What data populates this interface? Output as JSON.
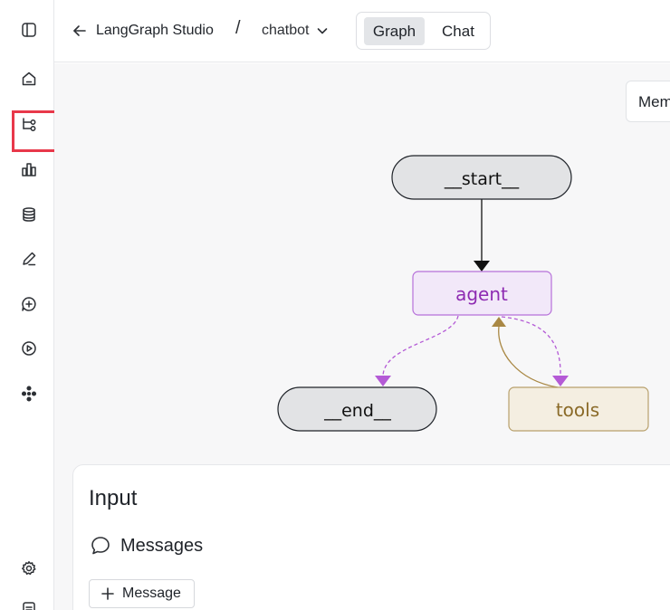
{
  "sidebar": {
    "items": [
      {
        "icon": "panel-toggle-icon"
      },
      {
        "icon": "home-icon"
      },
      {
        "icon": "graph-icon",
        "highlighted": true
      },
      {
        "icon": "bar-chart-icon"
      },
      {
        "icon": "database-icon"
      },
      {
        "icon": "pencil-icon"
      },
      {
        "icon": "chat-add-icon"
      },
      {
        "icon": "play-icon"
      },
      {
        "icon": "nodes-icon"
      },
      {
        "icon": "gear-icon"
      },
      {
        "icon": "document-icon"
      }
    ],
    "highlight_color": "#e8384a"
  },
  "header": {
    "back_label": "LangGraph Studio",
    "separator": "/",
    "graph_name": "chatbot",
    "tabs": [
      {
        "label": "Graph",
        "active": true
      },
      {
        "label": "Chat",
        "active": false
      }
    ]
  },
  "canvas": {
    "memory_button": "Mem",
    "nodes": {
      "start": "__start__",
      "agent": "agent",
      "end": "__end__",
      "tools": "tools"
    },
    "colors": {
      "agent_fill": "#f2e8f9",
      "agent_stroke": "#b670d9",
      "agent_text": "#8e2bb2",
      "tools_fill": "#f4eee1",
      "tools_stroke": "#b8a06c",
      "tools_text": "#8a6a28",
      "dashed_edge": "#b45ad6",
      "tools_edge": "#a98844"
    }
  },
  "input": {
    "title": "Input",
    "messages_label": "Messages",
    "add_message_label": "Message"
  }
}
